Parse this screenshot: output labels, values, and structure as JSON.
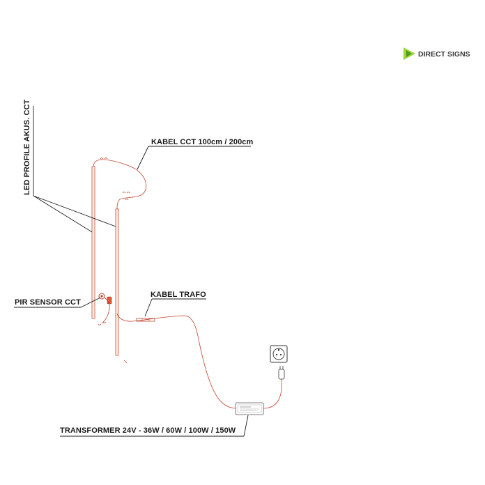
{
  "brand": {
    "name": "DIRECT SIGNS",
    "colors": {
      "logo_light": "#9fd43b",
      "logo_dark": "#4f9a1f",
      "text": "#3a3a3a"
    }
  },
  "labels": {
    "led_profile": "LED PROFILE AKUS. CCT",
    "kabel_cct": "KABEL CCT 100cm / 200cm",
    "pir_sensor": "PIR SENSOR CCT",
    "kabel_trafo": "KABEL TRAFO",
    "transformer": "TRANSFORMER 24V - 36W / 60W / 100W / 150W"
  },
  "colors": {
    "cable": "#c0402a",
    "profile": "#c85a3c",
    "leader": "#1a1a1a"
  },
  "icons": [
    "direct-signs-logo",
    "wall-socket-icon",
    "power-plug-icon"
  ]
}
